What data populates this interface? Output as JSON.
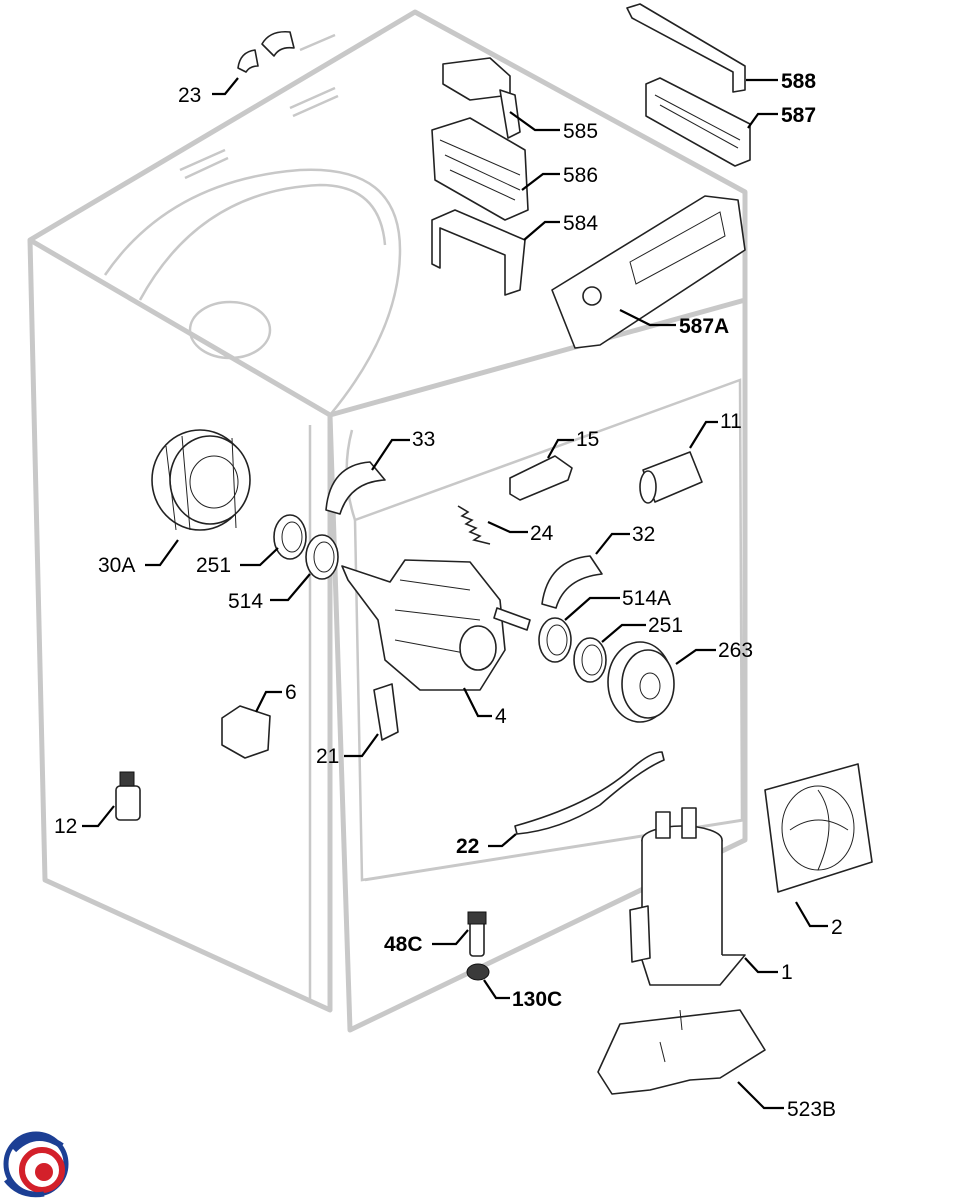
{
  "parts": [
    {
      "id": "23",
      "label": "23",
      "bold": false
    },
    {
      "id": "585",
      "label": "585",
      "bold": false
    },
    {
      "id": "586",
      "label": "586",
      "bold": false
    },
    {
      "id": "584",
      "label": "584",
      "bold": false
    },
    {
      "id": "588",
      "label": "588",
      "bold": true
    },
    {
      "id": "587",
      "label": "587",
      "bold": true
    },
    {
      "id": "587A",
      "label": "587A",
      "bold": true
    },
    {
      "id": "33",
      "label": "33",
      "bold": false
    },
    {
      "id": "15",
      "label": "15",
      "bold": false
    },
    {
      "id": "11",
      "label": "11",
      "bold": false
    },
    {
      "id": "24",
      "label": "24",
      "bold": false
    },
    {
      "id": "32",
      "label": "32",
      "bold": false
    },
    {
      "id": "30A",
      "label": "30A",
      "bold": false
    },
    {
      "id": "251a",
      "label": "251",
      "bold": false
    },
    {
      "id": "514",
      "label": "514",
      "bold": false
    },
    {
      "id": "514A",
      "label": "514A",
      "bold": false
    },
    {
      "id": "251b",
      "label": "251",
      "bold": false
    },
    {
      "id": "263",
      "label": "263",
      "bold": false
    },
    {
      "id": "4",
      "label": "4",
      "bold": false
    },
    {
      "id": "6",
      "label": "6",
      "bold": false
    },
    {
      "id": "21",
      "label": "21",
      "bold": false
    },
    {
      "id": "12",
      "label": "12",
      "bold": false
    },
    {
      "id": "22",
      "label": "22",
      "bold": true
    },
    {
      "id": "2",
      "label": "2",
      "bold": false
    },
    {
      "id": "48C",
      "label": "48C",
      "bold": true
    },
    {
      "id": "1",
      "label": "1",
      "bold": false
    },
    {
      "id": "130C",
      "label": "130C",
      "bold": true
    },
    {
      "id": "523B",
      "label": "523B",
      "bold": false
    }
  ],
  "colors": {
    "cabinet": "#c8c8c8",
    "line": "#222222",
    "logo_red": "#d3202a",
    "logo_blue": "#1c3f94"
  }
}
